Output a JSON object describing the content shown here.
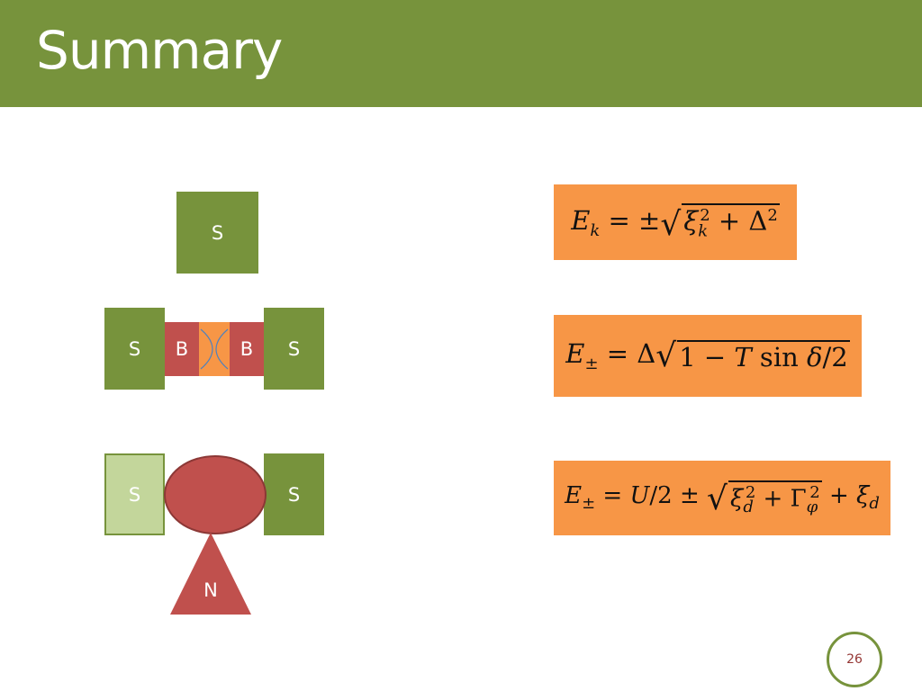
{
  "slide": {
    "title": "Summary",
    "page_number": "26"
  },
  "diagram": {
    "row1": {
      "s_label": "S"
    },
    "row2": {
      "left_s": "S",
      "left_b": "B",
      "right_b": "B",
      "right_s": "S"
    },
    "row3": {
      "left_s": "S",
      "right_s": "S",
      "n_label": "N"
    }
  },
  "formulas": [
    {
      "id": "bulk-dispersion",
      "latex": "E_k = \\pm\\sqrt{\\xi_k^2 + \\Delta^2}"
    },
    {
      "id": "andreev-levels",
      "latex": "E_\\pm = \\Delta\\sqrt{1 - T\\sin\\delta/2}"
    },
    {
      "id": "dot-levels",
      "latex": "E_\\pm = U/2 \\pm \\sqrt{\\xi_d^2 + \\Gamma_\\varphi^2} + \\xi_d"
    }
  ],
  "colors": {
    "header_green": "#77933c",
    "superconductor": "#77933c",
    "superconductor_light": "#c3d69b",
    "barrier": "#c0504d",
    "junction": "#f79646",
    "formula_bg": "#f79646",
    "page_number_text": "#953735"
  }
}
